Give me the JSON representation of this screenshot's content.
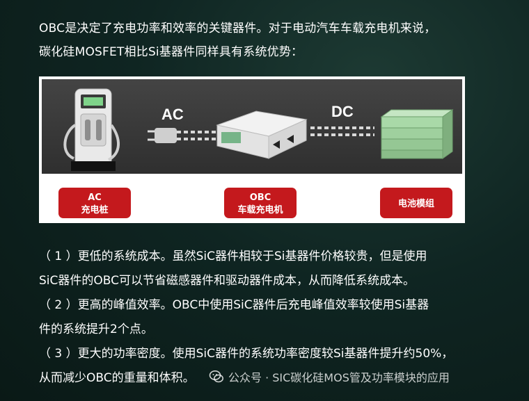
{
  "intro": {
    "line1": "OBC是决定了充电功率和效率的关键器件。对于电动汽车车载充电机来说，",
    "line2": "碳化硅MOSFET相比Si基器件同样具有系统优势："
  },
  "figure": {
    "ac_label": "AC",
    "dc_label": "DC",
    "badges": [
      {
        "line1": "AC",
        "line2": "充电桩"
      },
      {
        "line1": "OBC",
        "line2": "车载充电机"
      },
      {
        "line1": "电池模组",
        "line2": ""
      }
    ],
    "colors": {
      "badge": "#c4191d",
      "banner": "#3b3b3b",
      "glow": "#d8d8d8"
    }
  },
  "points": [
    "（ 1 ）更低的系统成本。虽然SiC器件相较于Si基器件价格较贵，但是使用",
    "SiC器件的OBC可以节省磁感器件和驱动器件成本，从而降低系统成本。",
    "（ 2 ）更高的峰值效率。OBC中使用SiC器件后充电峰值效率较使用Si基器",
    "件的系统提升2个点。",
    "（ 3 ）更大的功率密度。使用SiC器件的系统功率密度较Si基器件提升约50%，",
    "从而减少OBC的重量和体积。"
  ],
  "watermark": {
    "icon": "wechat-icon",
    "text": "公众号 · SIC碳化硅MOS管及功率模块的应用"
  }
}
